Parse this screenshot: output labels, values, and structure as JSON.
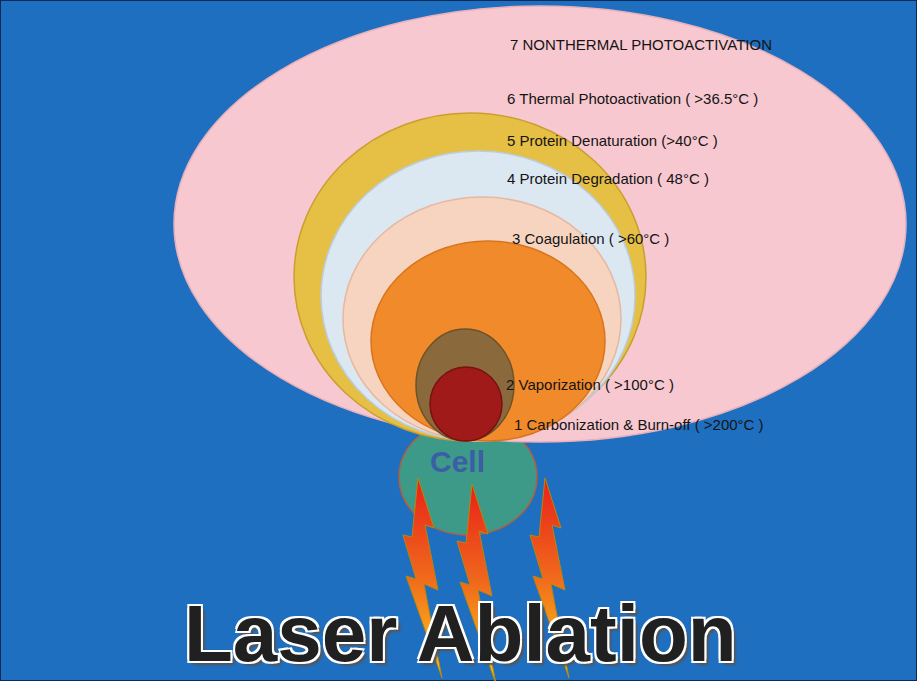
{
  "diagram": {
    "title": "Laser Ablation",
    "nodes": [
      {
        "text": [
          "7 NONTHERMAL PHOTOACTIVATION"
        ]
      },
      {
        "text": [
          "6 Thermal Photoactivation ( >36.5°C )"
        ],
        "in": 0
      },
      {
        "text": [
          "5 Protein Denaturation (>40°C )"
        ],
        "in": 1
      },
      {
        "text": [
          "4 Protein Degradation ( 48°C )"
        ],
        "in": 2
      },
      {
        "text": [
          "3 Coagulation ( >60°C )"
        ],
        "in": 3
      },
      {
        "text": [
          "2 Vaporization ( >100°C )"
        ],
        "in": 4
      },
      {
        "text": [
          "1 Carbonization & Burn-off ( >200°C )"
        ],
        "in": 5
      },
      {
        "text": [
          "Cell"
        ]
      }
    ]
  }
}
